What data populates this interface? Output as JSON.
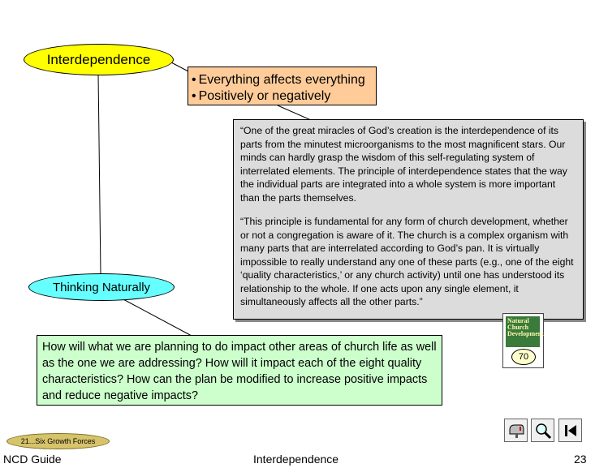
{
  "nodes": {
    "interdependence": "Interdependence",
    "thinking_naturally": "Thinking Naturally"
  },
  "bullets": [
    "Everything affects everything",
    "Positively or negatively"
  ],
  "quote": {
    "p1": "“One of the great miracles of God’s creation is the interdependence of its parts from the minutest microorganisms to the most magnificent stars.  Our minds can hardly grasp the wisdom of this self-regulating system of interrelated elements.  The principle of interdependence states that the way the individual parts are integrated into a whole system is more important than the parts themselves.",
    "p2": "“This principle is fundamental for any form of church development, whether or not a congregation is aware of it.  The church is a complex organism with many parts that are interrelated according to God’s pan.  It is virtually impossible to really understand any one of these parts (e.g., one of the eight ‘quality characteristics,’ or any church activity) until one has understood its relationship to the whole.  If one acts upon any single element, it simultaneously affects all the other parts.”"
  },
  "book": {
    "title": "Natural Church Development",
    "page": "70"
  },
  "question": "How will what we are planning to do impact other areas of church life as well as the one we are addressing?  How will it impact each of the eight quality characteristics?  How can the plan be modified to increase positive impacts and reduce negative impacts?",
  "footer": {
    "badge": "21...Six Growth Forces",
    "left": "NCD Guide",
    "center": "Interdependence",
    "page_number": "23"
  },
  "nav": {
    "home_icon": "mailbox-icon",
    "search_icon": "magnifier-icon",
    "first_icon": "first-page-icon"
  },
  "colors": {
    "ellipse1": "#ffff00",
    "ellipse2": "#66ffff",
    "bullets": "#ffcc99",
    "quote": "#dcdcdc",
    "question": "#ccffcc"
  }
}
